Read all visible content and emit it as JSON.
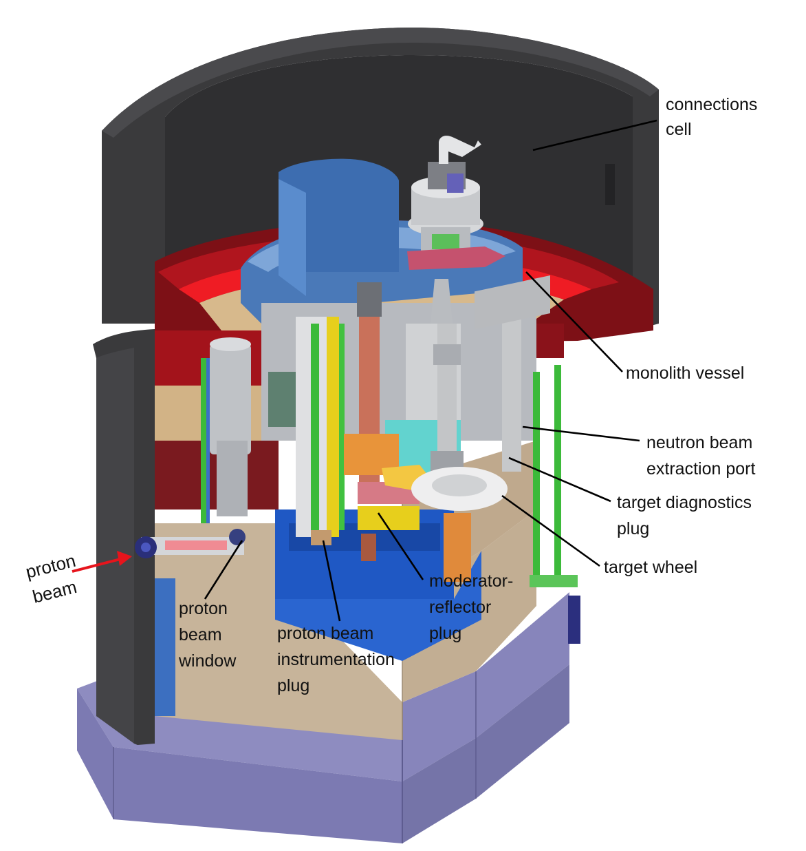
{
  "colors": {
    "background": "#ffffff",
    "connections_cell": "#3a3a3c",
    "connections_cell_inner": "#2b2b2d",
    "monolith_base": "#8e8cc0",
    "monolith_base_dark": "#7574a8",
    "shielding_red": "#b0151e",
    "shielding_bright_red": "#ef1c24",
    "shielding_dark_red": "#7d1016",
    "shielding_tan": "#d7b98c",
    "interior_beige": "#c7b49a",
    "vessel_blue": "#4a79b8",
    "vessel_light_blue": "#7ea6d8",
    "deep_blue": "#1f58c4",
    "steel_gray": "#c3c5c7",
    "green": "#3cba3a",
    "yellow": "#e7cf1c",
    "pink": "#d67a86",
    "copper": "#c9715a",
    "cyan": "#62d3cf",
    "orange": "#e8943a",
    "beam_arrow": "#e6141c",
    "leader_line": "#000000",
    "label_text": "#111111"
  },
  "labels": {
    "connections_cell": {
      "line1": "connections",
      "line2": "cell"
    },
    "monolith_vessel": {
      "line1": "monolith vessel"
    },
    "neutron_beam_extraction_port": {
      "line1": "neutron beam",
      "line2": "extraction port"
    },
    "target_diagnostics_plug": {
      "line1": "target diagnostics",
      "line2": "plug"
    },
    "target_wheel": {
      "line1": "target wheel"
    },
    "moderator_reflector_plug": {
      "line1": "moderator-",
      "line2": "reflector",
      "line3": "plug"
    },
    "proton_beam_instrumentation_plug": {
      "line1": "proton beam",
      "line2": "instrumentation",
      "line3": "plug"
    },
    "proton_beam_window": {
      "line1": "proton",
      "line2": "beam",
      "line3": "window"
    },
    "proton_beam": {
      "line1": "proton",
      "line2": "beam"
    }
  }
}
